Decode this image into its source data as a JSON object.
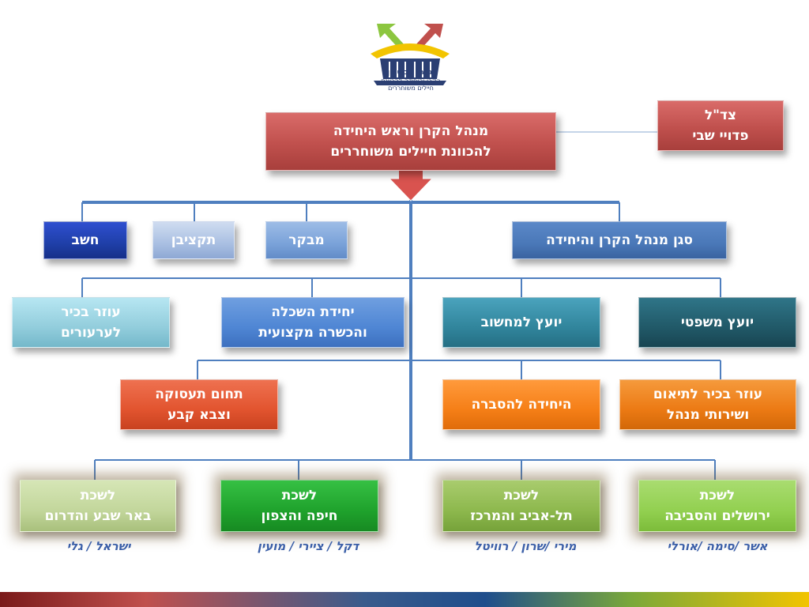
{
  "logo": {
    "icon": "defense-ministry-emblem",
    "line1": "משרד הביטחון",
    "line2": "הקרן והיחידה להכוונת",
    "line3": "חיילים משוחררים"
  },
  "colors": {
    "red": "#c0504d",
    "navy": "#1f3fa8",
    "steel_blue": "#4a78b8",
    "teal_dark": "#215968",
    "teal": "#31859c",
    "orange": "#ec7a14",
    "orange_red": "#e2542f",
    "green_light": "#92d050",
    "green_dark": "#1fa22c",
    "olive_light": "#c2d69b",
    "line_blue": "#4f7fbf",
    "names_blue": "#3b5fa8"
  },
  "chart_data": {
    "type": "org-chart",
    "head": {
      "line1": "מנהל הקרן וראש היחידה",
      "line2": "להכוונת חיילים משוחררים"
    },
    "liaison": {
      "line1": "צד\"ל",
      "line2": "פדויי שבי"
    },
    "staff": {
      "deputy": "סגן מנהל הקרן והיחידה",
      "auditor": "מבקר",
      "budget": "תקציבן",
      "accountant": "חשב"
    },
    "advisors": {
      "legal": "יועץ משפטי",
      "computing": "יועץ למחשוב",
      "training": {
        "line1": "יחידת השכלה",
        "line2": "והכשרה מקצועית"
      },
      "appeals": {
        "line1": "עוזר בכיר",
        "line2": "לערעורים"
      }
    },
    "units": {
      "coordination": {
        "line1": "עוזר בכיר לתיאום",
        "line2": "ושירותי מנהל"
      },
      "publicity": "היחידה להסברה",
      "employment": {
        "line1": "תחום תעסוקה",
        "line2": "וצבא קבע"
      }
    },
    "branches": [
      {
        "line1": "לשכת",
        "line2": "ירושלים והסביבה",
        "names": "אשר /סימה /אורלי"
      },
      {
        "line1": "לשכת",
        "line2": "תל-אביב והמרכז",
        "names": "מירי /שרון / רוויטל"
      },
      {
        "line1": "לשכת",
        "line2": "חיפה והצפון",
        "names": "דקל / ציירי / מועין"
      },
      {
        "line1": "לשכת",
        "line2": "באר שבע והדרום",
        "names": "ישראל / גלי"
      }
    ]
  }
}
